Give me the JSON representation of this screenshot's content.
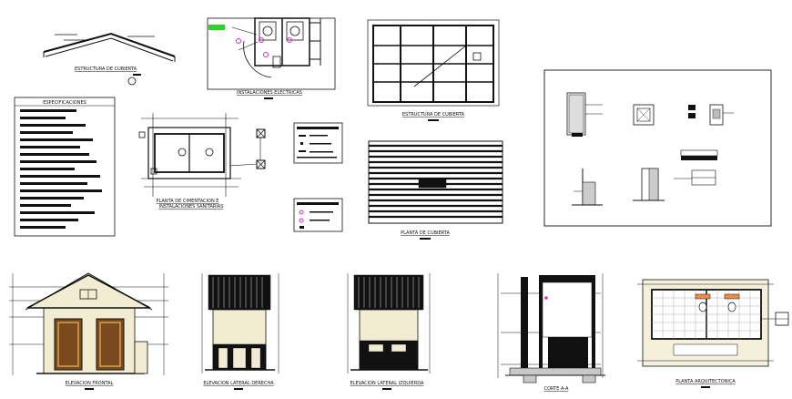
{
  "labels": {
    "estructura_cubierta_roof": "ESTRUCTURA DE CUBIERTA",
    "instalaciones_electricas": "INSTALACIONES ELECTRICAS",
    "estructura_cubierta_plan": "ESTRUCTURA DE CUBIERTA",
    "especificaciones": "ESPECIFICACIONES",
    "planta_cimentacion_1": "PLANTA DE CIMENTACION E",
    "planta_cimentacion_2": "INSTALACIONES SANITARIAS",
    "planta_cubierta": "PLANTA DE CUBIERTA",
    "elevacion_frontal": "ELEVACION FRONTAL",
    "elevacion_lateral_derecha": "ELEVACION LATERAL DERECHA",
    "elevacion_lateral_izquierda": "ELEVACION LATERAL IZQUIERDA",
    "corte_a_a": "CORTE A-A",
    "planta_arquitectonica": "PLANTA ARQUITECTONICA"
  },
  "colors": {
    "ink": "#111111",
    "door_brown": "#7a4a1e",
    "wall_cream": "#f1ecd2",
    "green_mark": "#2fd12f",
    "magenta_mark": "#d12bd1",
    "orange_fixture": "#f08a4b",
    "tile_grey": "#c8c8c8"
  }
}
